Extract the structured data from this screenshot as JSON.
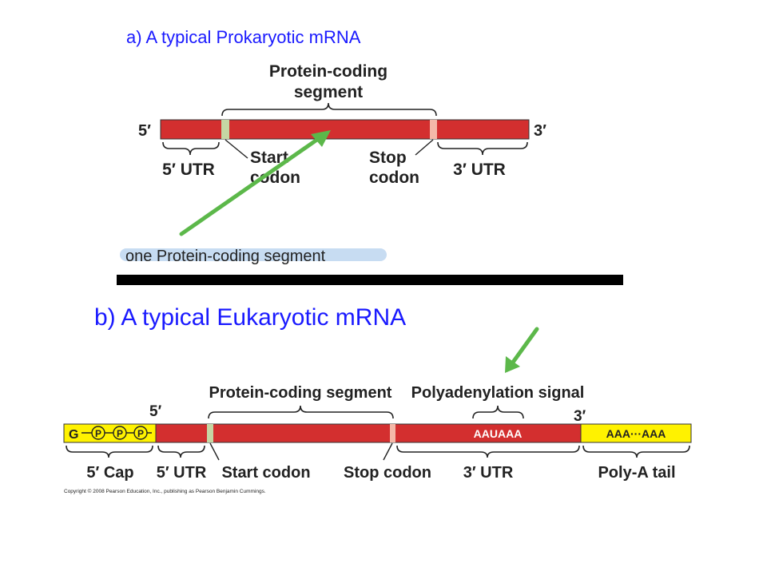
{
  "prokaryotic": {
    "title": "a) A typical Prokaryotic mRNA",
    "coding_label_line1": "Protein-coding",
    "coding_label_line2": "segment",
    "five_prime": "5′",
    "three_prime": "3′",
    "utr5": "5′ UTR",
    "start_line1": "Start",
    "start_line2": "codon",
    "stop_line1": "Stop",
    "stop_line2": "codon",
    "utr3": "3′ UTR",
    "annotation": "one Protein-coding segment"
  },
  "eukaryotic": {
    "title": "b) A typical Eukaryotic mRNA",
    "coding_label": "Protein-coding segment",
    "polya_signal_label": "Polyadenylation signal",
    "five_prime": "5′",
    "three_prime": "3′",
    "cap_g": "G",
    "cap_p": "P",
    "signal_seq": "AAUAAA",
    "tail_seq": "AAA···AAA",
    "cap_label": "5′ Cap",
    "utr5": "5′ UTR",
    "start_codon": "Start codon",
    "stop_codon": "Stop codon",
    "utr3": "3′ UTR",
    "polya_tail": "Poly-A tail",
    "copyright": "Copyright © 2008 Pearson Education, Inc., publishing as Pearson Benjamin Cummings."
  },
  "colors": {
    "mrna_red": "#d32f2f",
    "codon_green": "#c5d6a4",
    "stop_pink": "#f4b8a8",
    "cap_yellow": "#fff200",
    "arrow_green": "#5cb84a",
    "title_blue": "#1a1aff",
    "highlight_blue": "#c7dcf2"
  }
}
